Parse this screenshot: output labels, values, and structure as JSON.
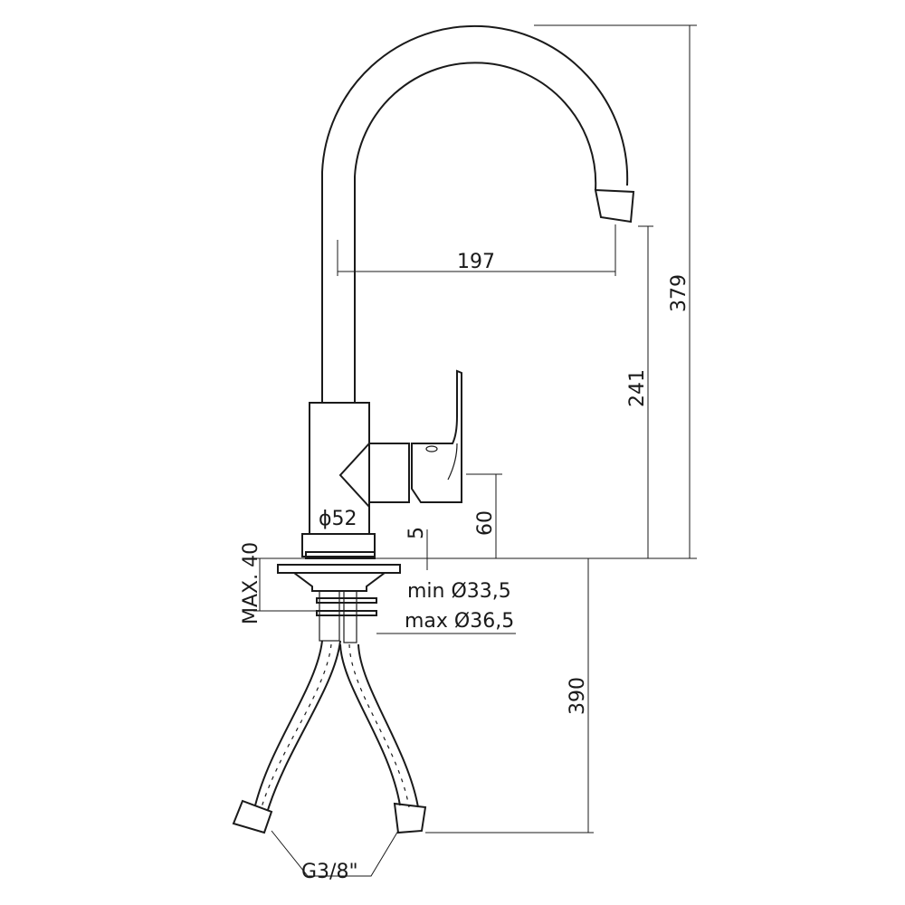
{
  "dimensions": {
    "spout_reach": "197",
    "total_height": "379",
    "spout_height": "241",
    "handle_height": "60",
    "body_diameter": "ϕ52",
    "base_height": "5",
    "max_deck": "MAX. 40",
    "hole_min": "min Ø33,5",
    "hole_max": "max Ø36,5",
    "hose_length": "390",
    "connection": "G3/8\""
  }
}
